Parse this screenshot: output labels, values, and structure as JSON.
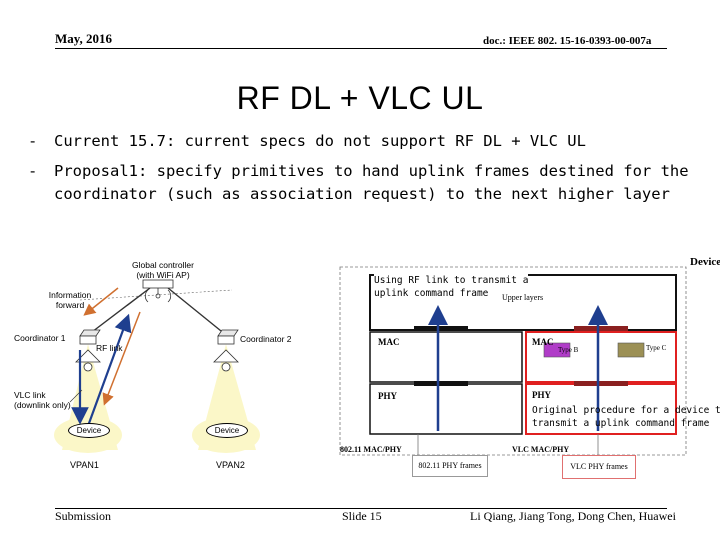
{
  "header": {
    "date": "May, 2016",
    "doc": "doc.: IEEE 802. 15-16-0393-00-007a"
  },
  "slide_title": "RF DL + VLC UL",
  "bullets": [
    {
      "dash": "-",
      "lines": [
        "Current 15.7: current specs do not support RF DL + VLC UL"
      ]
    },
    {
      "dash": "-",
      "lines": [
        "Proposal1: specify primitives to hand uplink frames destined for the",
        "coordinator (such as association request) to the next higher layer"
      ]
    }
  ],
  "left_diagram": {
    "global_controller": [
      "Global controller",
      "(with WiFi AP)"
    ],
    "information_forward": [
      "Information",
      "forward"
    ],
    "coordinator1": "Coordinator 1",
    "coordinator2": "Coordinator 2",
    "rf_link": "RF link",
    "vlc_link": [
      "VLC link",
      "(downlink only)"
    ],
    "device1": "Device",
    "device2": "Device",
    "vpan1": "VPAN1",
    "vpan2": "VPAN2"
  },
  "right_diagram": {
    "device_label": "Device",
    "note_top": [
      "Using RF link to transmit a",
      "uplink command frame"
    ],
    "upper_layers": "Upper layers",
    "mac_left": "MAC",
    "mac_right": "MAC",
    "type_b": "Type B",
    "type_c": "Type C",
    "phy_left": "PHY",
    "phy_right": "PHY",
    "note_bottom": [
      "Original procedure for a device to",
      "transmit a uplink command frame"
    ],
    "mac_phy_80211": "802.11 MAC/PHY",
    "mac_phy_vlc": "VLC MAC/PHY",
    "phy_frames_80211": "802.11 PHY frames",
    "phy_frames_vlc": "VLC PHY frames"
  },
  "footer": {
    "left": "Submission",
    "center": "Slide 15",
    "right": "Li Qiang, Jiang Tong, Dong Chen, Huawei"
  },
  "colors": {
    "blue_arrow": "#1f3f8f",
    "red_box": "#e02020",
    "orange_arrow": "#d07030",
    "type_b_fill": "#b03cc8",
    "type_c_fill": "#9c9055",
    "light_cone": "#fbf7c8"
  }
}
